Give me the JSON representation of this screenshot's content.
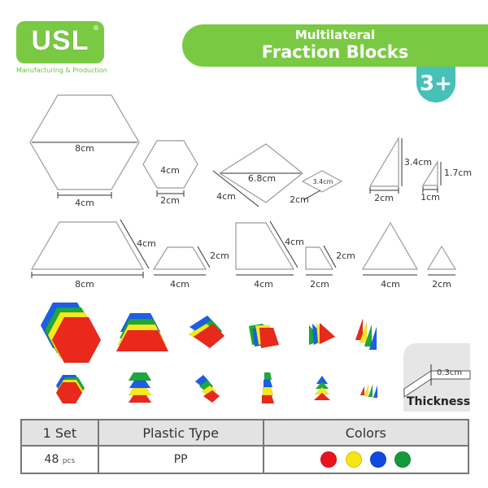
{
  "brand": {
    "logo_text": "USL",
    "registered_mark": "®",
    "tagline": "Manufacturing & Production"
  },
  "title": {
    "line1": "Multilateral",
    "line2": "Fraction Blocks"
  },
  "age_badge": "3+",
  "dimensions": {
    "hexagon_large_diag": "8cm",
    "hexagon_large_side": "4cm",
    "hexagon_small_diag": "4cm",
    "hexagon_small_side": "2cm",
    "rhombus_large_diag": "6.8cm",
    "rhombus_large_side": "4cm",
    "rhombus_small_diag": "3.4cm",
    "rhombus_small_side": "2cm",
    "rt_triangle_large_h": "3.4cm",
    "rt_triangle_large_b": "2cm",
    "rt_triangle_small_h": "1.7cm",
    "rt_triangle_small_b": "1cm",
    "trapezoid_large_side": "4cm",
    "trapezoid_large_base": "8cm",
    "trapezoid_small_side": "2cm",
    "trapezoid_small_base": "4cm",
    "right_trap_large_side": "4cm",
    "right_trap_large_base": "4cm",
    "right_trap_small_side": "2cm",
    "right_trap_small_base": "2cm",
    "triangle_large_base": "4cm",
    "triangle_small_base": "2cm"
  },
  "thickness": {
    "value": "0.3cm",
    "label": "Thickness"
  },
  "piece_colors": {
    "red": "#e8291c",
    "yellow": "#f7e81c",
    "green": "#1ea83c",
    "blue": "#1c5ee8",
    "outline": "#9a9a9a",
    "brand_green": "#7ac943",
    "badge_teal": "#47c0b8"
  },
  "spec_table": {
    "headers": [
      "1 Set",
      "Plastic Type",
      "Colors"
    ],
    "set_count": "48",
    "set_unit": "pcs",
    "plastic_type": "PP",
    "colors": [
      "#e8151c",
      "#f5e513",
      "#1049e0",
      "#129a3a"
    ]
  }
}
